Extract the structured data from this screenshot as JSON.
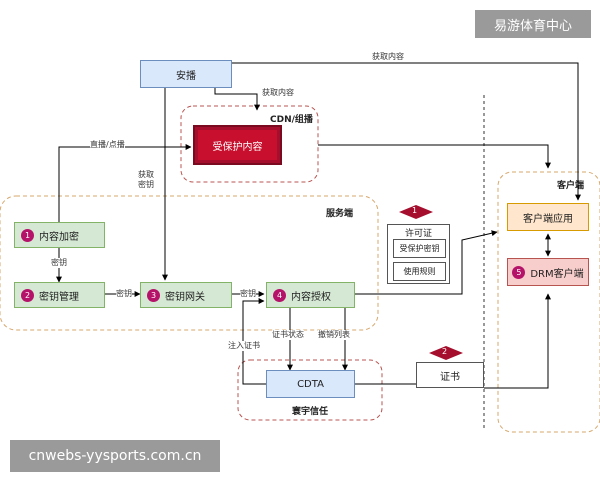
{
  "watermark": {
    "top_right": "易游体育中心",
    "bottom_left": "cnwebs-yysports.com.cn"
  },
  "nodes": {
    "anbo": "安播",
    "protected_content": "受保护内容",
    "content_encrypt": {
      "num": "1",
      "label": "内容加密"
    },
    "key_mgmt": {
      "num": "2",
      "label": "密钥管理"
    },
    "key_gateway": {
      "num": "3",
      "label": "密钥网关"
    },
    "content_auth": {
      "num": "4",
      "label": "内容授权"
    },
    "cdta": "CDTA",
    "client_app": "客户端应用",
    "drm_client": {
      "num": "5",
      "label": "DRM客户端"
    },
    "license": {
      "title": "许可证",
      "items": [
        "受保护密钥",
        "使用规则"
      ]
    },
    "cert": "证书"
  },
  "markers": {
    "license": "1",
    "cert": "2"
  },
  "zones": {
    "cdn": "CDN/组播",
    "server": "服务端",
    "client": "客户端",
    "trust": "寰宇信任"
  },
  "edge_labels": {
    "fetch_top": "获取内容",
    "fetch_cdn": "获取内容",
    "live_vod": "直播/点播",
    "fetch_key": "获取\n密钥",
    "key_vertical": "密钥",
    "key_mgmt_to_gateway": "密钥",
    "key_gateway_to_auth": "密钥",
    "cert_status": "证书状态",
    "revoke_list": "撤销列表",
    "inject_cert": "注入证书"
  }
}
